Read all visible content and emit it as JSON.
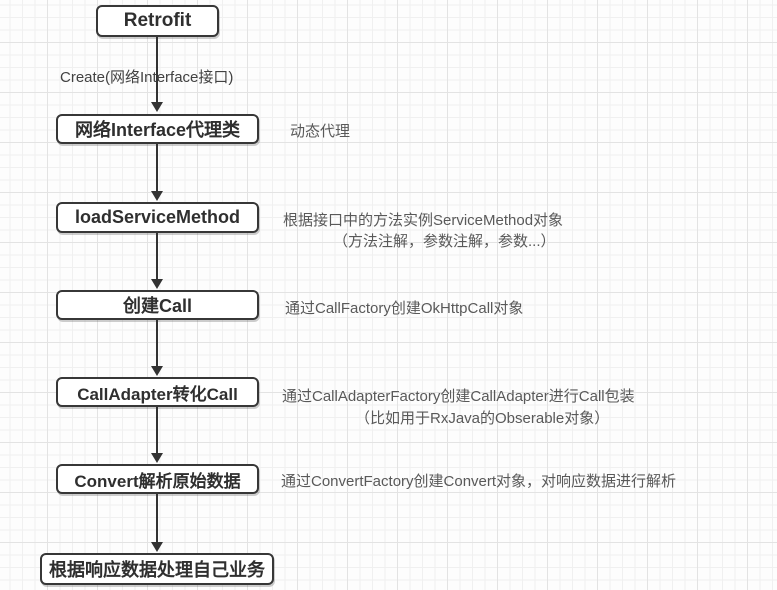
{
  "diagram": {
    "title_node": "Retrofit",
    "edge_create_label": "Create(网络Interface接口)",
    "nodes": {
      "retrofit": {
        "label": "Retrofit"
      },
      "proxy": {
        "label": "网络Interface代理类",
        "note": "动态代理"
      },
      "load": {
        "label": "loadServiceMethod",
        "note1": "根据接口中的方法实例ServiceMethod对象",
        "note2": "（方法注解，参数注解，参数...）"
      },
      "create_call": {
        "label": "创建Call",
        "note1": "通过CallFactory创建OkHttpCall对象"
      },
      "call_adapter": {
        "label": "CallAdapter转化Call",
        "note1": "通过CallAdapterFactory创建CallAdapter进行Call包装",
        "note2": "（比如用于RxJava的Obserable对象）"
      },
      "convert": {
        "label": "Convert解析原始数据",
        "note1": "通过ConvertFactory创建Convert对象，对响应数据进行解析"
      },
      "business": {
        "label": "根据响应数据处理自己业务"
      }
    },
    "colors": {
      "box_border": "#373737",
      "box_fill": "#ffffff",
      "box_text": "#2f2f2f",
      "arrow": "#333333",
      "note_text": "#595959",
      "edge_label_text": "#424242",
      "grid_major": "#e3e3e3",
      "grid_minor": "#f0f0f0",
      "background": "#fdfdfd"
    }
  }
}
